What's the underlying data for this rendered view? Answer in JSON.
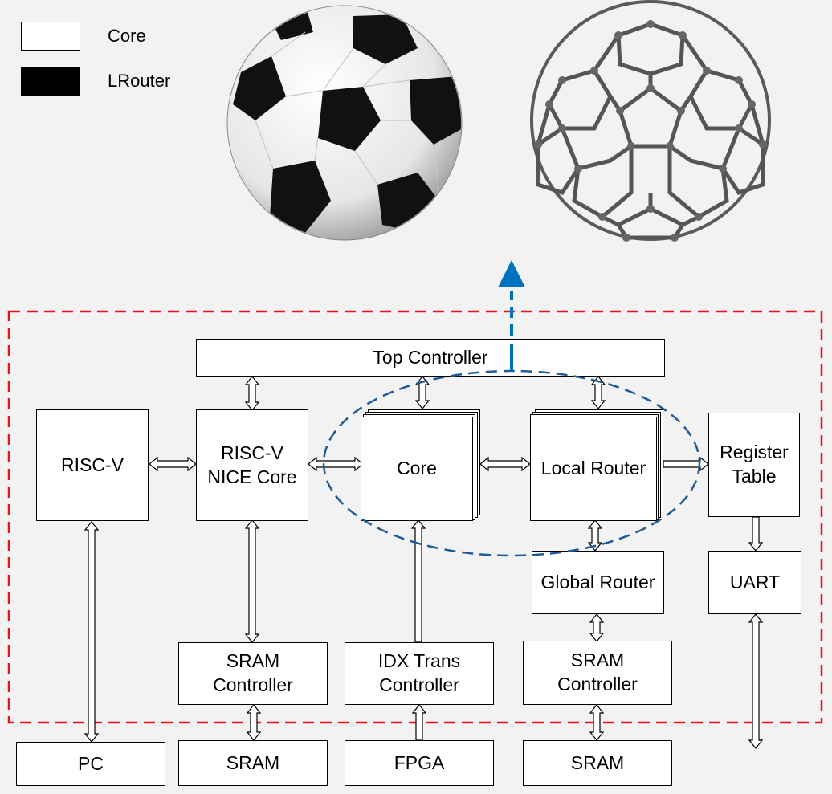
{
  "legend": {
    "items": [
      {
        "label": "Core",
        "color": "#ffffff"
      },
      {
        "label": "LRouter",
        "color": "#000000"
      }
    ]
  },
  "colors": {
    "boundary_dashed": "#e8141b",
    "core_group_ellipse": "#1f5a96",
    "output_arrow": "#0070c0"
  },
  "blocks": {
    "top_controller": "Top Controller",
    "risc_v": "RISC-V",
    "risc_v_nice_core": "RISC-V\nNICE Core",
    "core": "Core",
    "local_router": "Local Router",
    "register_table": "Register\nTable",
    "global_router": "Global Router",
    "uart": "UART",
    "sram_controller_left": "SRAM\nController",
    "idx_trans_controller": "IDX Trans\nController",
    "sram_controller_right": "SRAM\nController"
  },
  "external": {
    "pc": "PC",
    "sram_left": "SRAM",
    "fpga": "FPGA",
    "sram_right": "SRAM"
  },
  "images": [
    "soccer-ball",
    "fullerene-c60-molecule"
  ]
}
